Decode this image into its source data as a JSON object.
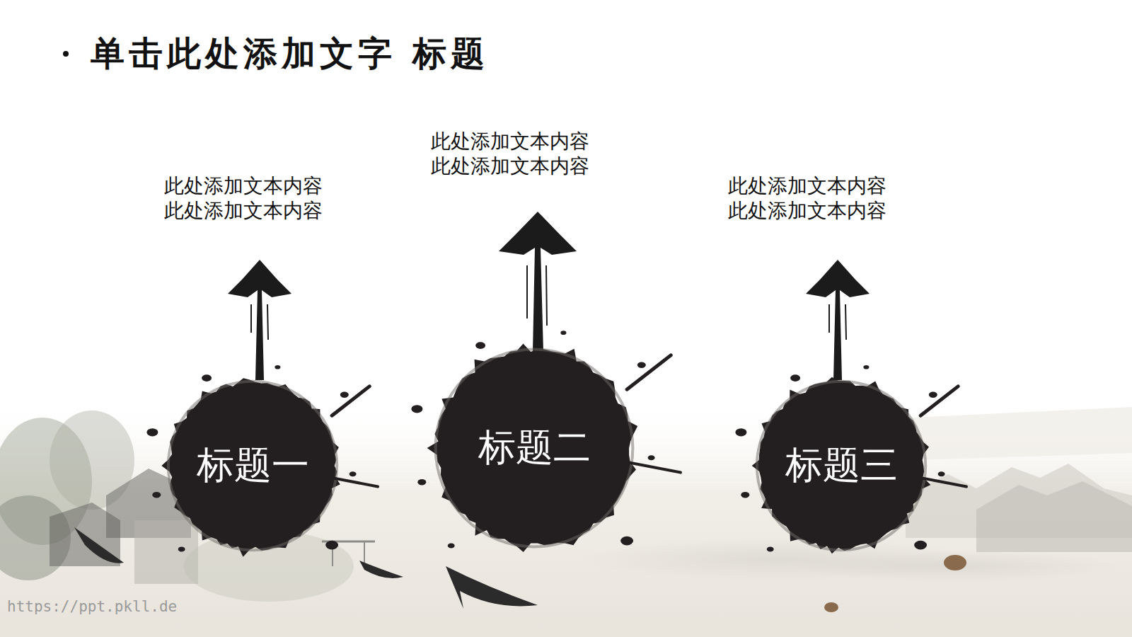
{
  "diagram": {
    "title": "单击此处添加文字 标题",
    "nodes": [
      {
        "text": [
          "标题一",
          "此处添加文本内容 此处添加文本内容"
        ]
      },
      {
        "text": [
          "标题二",
          "此处添加文本内容 此处添加文本内容"
        ]
      },
      {
        "text": [
          "标题三",
          "此处添加文本内容 此处添加文本内容"
        ]
      }
    ],
    "labels": [
      "https://ppt.pkll.de"
    ]
  }
}
